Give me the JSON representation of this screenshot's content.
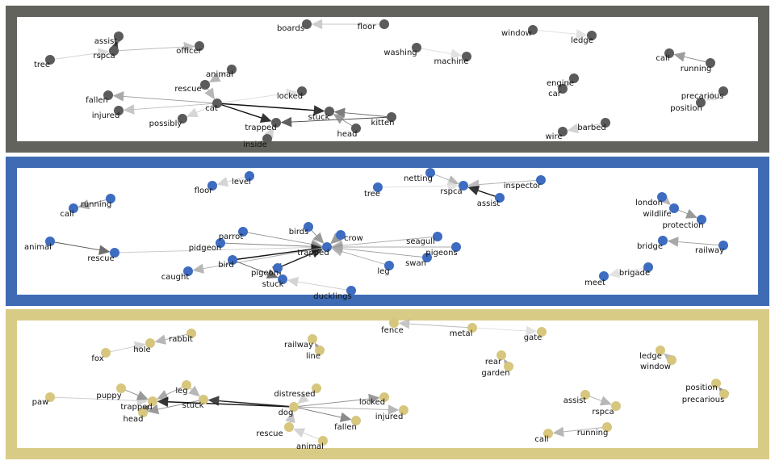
{
  "panels": [
    {
      "id": "cat",
      "border_color": "#63635d",
      "node_color": "#5b5b5b",
      "nodes": [
        {
          "id": "boards",
          "label": "boards"
        },
        {
          "id": "floor",
          "label": "floor"
        },
        {
          "id": "window",
          "label": "window"
        },
        {
          "id": "ledge",
          "label": "ledge"
        },
        {
          "id": "assist",
          "label": "assist"
        },
        {
          "id": "rspca",
          "label": "rspca"
        },
        {
          "id": "officer",
          "label": "officer"
        },
        {
          "id": "tree",
          "label": "tree"
        },
        {
          "id": "washing",
          "label": "washing"
        },
        {
          "id": "machine",
          "label": "machine"
        },
        {
          "id": "call",
          "label": "call"
        },
        {
          "id": "running",
          "label": "running"
        },
        {
          "id": "animal",
          "label": "animal"
        },
        {
          "id": "rescue",
          "label": "rescue"
        },
        {
          "id": "fallen",
          "label": "fallen"
        },
        {
          "id": "locked",
          "label": "locked"
        },
        {
          "id": "cat",
          "label": "cat"
        },
        {
          "id": "injured",
          "label": "injured"
        },
        {
          "id": "possibly",
          "label": "possibly"
        },
        {
          "id": "stuck",
          "label": "stuck"
        },
        {
          "id": "kitten",
          "label": "kitten"
        },
        {
          "id": "trapped",
          "label": "trapped"
        },
        {
          "id": "head",
          "label": "head"
        },
        {
          "id": "inside",
          "label": "inside"
        },
        {
          "id": "engine",
          "label": "engine"
        },
        {
          "id": "car",
          "label": "car"
        },
        {
          "id": "precarious",
          "label": "precarious"
        },
        {
          "id": "position",
          "label": "position"
        },
        {
          "id": "wire",
          "label": "wire"
        },
        {
          "id": "barbed",
          "label": "barbed"
        }
      ],
      "edges": [
        {
          "from": "floor",
          "to": "boards",
          "shade": "#c4c4c4"
        },
        {
          "from": "window",
          "to": "ledge",
          "shade": "#dddddd"
        },
        {
          "from": "assist",
          "to": "rspca",
          "shade": "#777777"
        },
        {
          "from": "rspca",
          "to": "assist",
          "shade": "#222222"
        },
        {
          "from": "tree",
          "to": "rspca",
          "shade": "#d4d4d4"
        },
        {
          "from": "rspca",
          "to": "officer",
          "shade": "#b8b8b8"
        },
        {
          "from": "washing",
          "to": "machine",
          "shade": "#dddddd"
        },
        {
          "from": "running",
          "to": "call",
          "shade": "#8c8c8c"
        },
        {
          "from": "animal",
          "to": "rescue",
          "shade": "#aaaaaa"
        },
        {
          "from": "cat",
          "to": "fallen",
          "shade": "#9a9a9a"
        },
        {
          "from": "cat",
          "to": "injured",
          "shade": "#bcbcbc"
        },
        {
          "from": "cat",
          "to": "locked",
          "shade": "#dddddd"
        },
        {
          "from": "rescue",
          "to": "cat",
          "shade": "#aaaaaa"
        },
        {
          "from": "cat",
          "to": "possibly",
          "shade": "#cfcfcf"
        },
        {
          "from": "cat",
          "to": "stuck",
          "shade": "#111111"
        },
        {
          "from": "cat",
          "to": "trapped",
          "shade": "#111111"
        },
        {
          "from": "kitten",
          "to": "stuck",
          "shade": "#666666"
        },
        {
          "from": "kitten",
          "to": "trapped",
          "shade": "#444444"
        },
        {
          "from": "head",
          "to": "stuck",
          "shade": "#888888"
        },
        {
          "from": "inside",
          "to": "trapped",
          "shade": "#cccccc"
        },
        {
          "from": "engine",
          "to": "car",
          "shade": "#cccccc"
        },
        {
          "from": "precarious",
          "to": "position",
          "shade": "#dddddd"
        },
        {
          "from": "barbed",
          "to": "wire",
          "shade": "#cccccc"
        }
      ]
    },
    {
      "id": "bird",
      "border_color": "#3e6bb4",
      "node_color": "#3d6cc0",
      "nodes": [
        {
          "id": "floor",
          "label": "floor"
        },
        {
          "id": "level",
          "label": "level"
        },
        {
          "id": "netting",
          "label": "netting"
        },
        {
          "id": "rspca",
          "label": "rspca"
        },
        {
          "id": "inspector",
          "label": "inspector"
        },
        {
          "id": "tree",
          "label": "tree"
        },
        {
          "id": "assist",
          "label": "assist"
        },
        {
          "id": "call",
          "label": "call"
        },
        {
          "id": "running",
          "label": "running"
        },
        {
          "id": "animal",
          "label": "animal"
        },
        {
          "id": "rescue",
          "label": "rescue"
        },
        {
          "id": "parrot",
          "label": "parrot"
        },
        {
          "id": "birds",
          "label": "birds"
        },
        {
          "id": "crow",
          "label": "crow"
        },
        {
          "id": "seagull",
          "label": "seagull"
        },
        {
          "id": "pidgeon",
          "label": "pidgeon"
        },
        {
          "id": "trapped",
          "label": "trapped"
        },
        {
          "id": "pigeons",
          "label": "pigeons"
        },
        {
          "id": "bird",
          "label": "bird"
        },
        {
          "id": "swan",
          "label": "swan"
        },
        {
          "id": "caught",
          "label": "caught"
        },
        {
          "id": "pigeon",
          "label": "pigeon"
        },
        {
          "id": "leg",
          "label": "leg"
        },
        {
          "id": "stuck",
          "label": "stuck"
        },
        {
          "id": "ducklings",
          "label": "ducklings"
        },
        {
          "id": "london",
          "label": "london"
        },
        {
          "id": "wildlife",
          "label": "wildlife"
        },
        {
          "id": "protection",
          "label": "protection"
        },
        {
          "id": "bridge",
          "label": "bridge"
        },
        {
          "id": "railway",
          "label": "railway"
        },
        {
          "id": "meet",
          "label": "meet"
        },
        {
          "id": "brigade",
          "label": "brigade"
        }
      ],
      "edges": [
        {
          "from": "level",
          "to": "floor",
          "shade": "#cccccc"
        },
        {
          "from": "netting",
          "to": "rspca",
          "shade": "#aaaaaa"
        },
        {
          "from": "inspector",
          "to": "rspca",
          "shade": "#b0b0b0"
        },
        {
          "from": "tree",
          "to": "rspca",
          "shade": "#dddddd"
        },
        {
          "from": "assist",
          "to": "rspca",
          "shade": "#111111"
        },
        {
          "from": "running",
          "to": "call",
          "shade": "#999999"
        },
        {
          "from": "animal",
          "to": "rescue",
          "shade": "#555555"
        },
        {
          "from": "rescue",
          "to": "trapped",
          "shade": "#cccccc"
        },
        {
          "from": "parrot",
          "to": "trapped",
          "shade": "#999999"
        },
        {
          "from": "birds",
          "to": "trapped",
          "shade": "#888888"
        },
        {
          "from": "crow",
          "to": "trapped",
          "shade": "#888888"
        },
        {
          "from": "seagull",
          "to": "trapped",
          "shade": "#aaaaaa"
        },
        {
          "from": "pidgeon",
          "to": "trapped",
          "shade": "#888888"
        },
        {
          "from": "pigeons",
          "to": "trapped",
          "shade": "#aaaaaa"
        },
        {
          "from": "swan",
          "to": "trapped",
          "shade": "#999999"
        },
        {
          "from": "leg",
          "to": "trapped",
          "shade": "#aaaaaa"
        },
        {
          "from": "bird",
          "to": "trapped",
          "shade": "#111111"
        },
        {
          "from": "pigeon",
          "to": "trapped",
          "shade": "#222222"
        },
        {
          "from": "trapped",
          "to": "caught",
          "shade": "#aaaaaa"
        },
        {
          "from": "pigeon",
          "to": "stuck",
          "shade": "#333333"
        },
        {
          "from": "bird",
          "to": "stuck",
          "shade": "#555555"
        },
        {
          "from": "ducklings",
          "to": "stuck",
          "shade": "#cccccc"
        },
        {
          "from": "london",
          "to": "wildlife",
          "shade": "#aaaaaa"
        },
        {
          "from": "wildlife",
          "to": "protection",
          "shade": "#888888"
        },
        {
          "from": "railway",
          "to": "bridge",
          "shade": "#999999"
        },
        {
          "from": "brigade",
          "to": "meet",
          "shade": "#dddddd"
        }
      ]
    },
    {
      "id": "dog",
      "border_color": "#d8cb85",
      "node_color": "#d7c67e",
      "nodes": [
        {
          "id": "fence",
          "label": "fence"
        },
        {
          "id": "metal",
          "label": "metal"
        },
        {
          "id": "gate",
          "label": "gate"
        },
        {
          "id": "rabbit",
          "label": "rabbit"
        },
        {
          "id": "hole",
          "label": "hole"
        },
        {
          "id": "fox",
          "label": "fox"
        },
        {
          "id": "railway",
          "label": "railway"
        },
        {
          "id": "line",
          "label": "line"
        },
        {
          "id": "rear",
          "label": "rear"
        },
        {
          "id": "garden",
          "label": "garden"
        },
        {
          "id": "ledge",
          "label": "ledge"
        },
        {
          "id": "window",
          "label": "window"
        },
        {
          "id": "paw",
          "label": "paw"
        },
        {
          "id": "puppy",
          "label": "puppy"
        },
        {
          "id": "leg",
          "label": "leg"
        },
        {
          "id": "trapped",
          "label": "trapped"
        },
        {
          "id": "stuck",
          "label": "stuck"
        },
        {
          "id": "head",
          "label": "head"
        },
        {
          "id": "distressed",
          "label": "distressed"
        },
        {
          "id": "locked",
          "label": "locked"
        },
        {
          "id": "dog",
          "label": "dog"
        },
        {
          "id": "injured",
          "label": "injured"
        },
        {
          "id": "fallen",
          "label": "fallen"
        },
        {
          "id": "rescue",
          "label": "rescue"
        },
        {
          "id": "animal",
          "label": "animal"
        },
        {
          "id": "assist",
          "label": "assist"
        },
        {
          "id": "rspca",
          "label": "rspca"
        },
        {
          "id": "position",
          "label": "position"
        },
        {
          "id": "precarious",
          "label": "precarious"
        },
        {
          "id": "call",
          "label": "call"
        },
        {
          "id": "running",
          "label": "running"
        }
      ],
      "edges": [
        {
          "from": "metal",
          "to": "fence",
          "shade": "#bbbbbb"
        },
        {
          "from": "metal",
          "to": "gate",
          "shade": "#dddddd"
        },
        {
          "from": "rabbit",
          "to": "hole",
          "shade": "#aaaaaa"
        },
        {
          "from": "fox",
          "to": "hole",
          "shade": "#cccccc"
        },
        {
          "from": "line",
          "to": "railway",
          "shade": "#888888"
        },
        {
          "from": "garden",
          "to": "rear",
          "shade": "#999999"
        },
        {
          "from": "window",
          "to": "ledge",
          "shade": "#aaaaaa"
        },
        {
          "from": "paw",
          "to": "trapped",
          "shade": "#cccccc"
        },
        {
          "from": "puppy",
          "to": "trapped",
          "shade": "#888888"
        },
        {
          "from": "leg",
          "to": "trapped",
          "shade": "#999999"
        },
        {
          "from": "leg",
          "to": "stuck",
          "shade": "#aaaaaa"
        },
        {
          "from": "head",
          "to": "trapped",
          "shade": "#555555"
        },
        {
          "from": "stuck",
          "to": "head",
          "shade": "#888888"
        },
        {
          "from": "dog",
          "to": "trapped",
          "shade": "#111111"
        },
        {
          "from": "dog",
          "to": "stuck",
          "shade": "#222222"
        },
        {
          "from": "distressed",
          "to": "dog",
          "shade": "#cccccc"
        },
        {
          "from": "dog",
          "to": "locked",
          "shade": "#888888"
        },
        {
          "from": "dog",
          "to": "injured",
          "shade": "#aaaaaa"
        },
        {
          "from": "dog",
          "to": "fallen",
          "shade": "#777777"
        },
        {
          "from": "rescue",
          "to": "dog",
          "shade": "#bbbbbb"
        },
        {
          "from": "animal",
          "to": "rescue",
          "shade": "#cccccc"
        },
        {
          "from": "assist",
          "to": "rspca",
          "shade": "#aaaaaa"
        },
        {
          "from": "precarious",
          "to": "position",
          "shade": "#777777"
        },
        {
          "from": "running",
          "to": "call",
          "shade": "#aaaaaa"
        }
      ]
    }
  ]
}
